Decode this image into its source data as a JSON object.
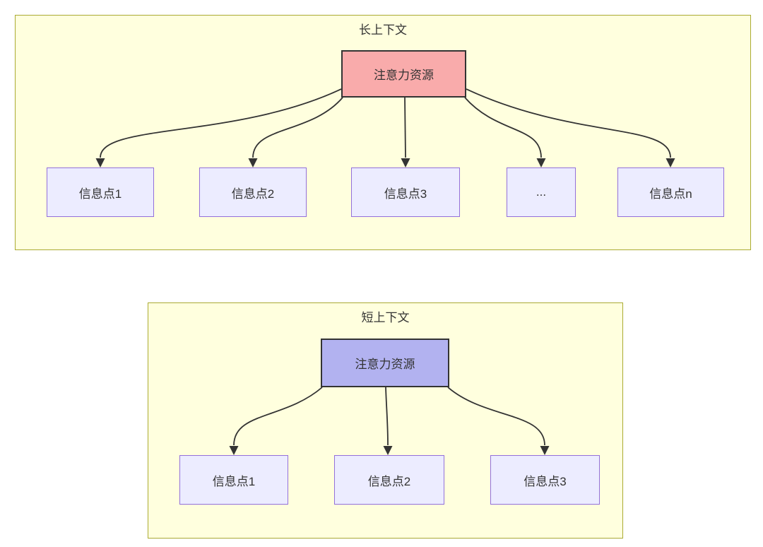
{
  "diagram": {
    "type": "flowchart",
    "edge_color": "#333333",
    "text_color": "#333333",
    "sections": [
      {
        "title": "长上下文",
        "container_fill": "#ffffde",
        "container_border": "#aaaa33",
        "root_node": {
          "label": "注意力资源",
          "fill": "#f9abab",
          "border": "#333333"
        },
        "child_fill": "#ececff",
        "child_border": "#9370db",
        "children": [
          {
            "label": "信息点1"
          },
          {
            "label": "信息点2"
          },
          {
            "label": "信息点3"
          },
          {
            "label": "..."
          },
          {
            "label": "信息点n"
          }
        ]
      },
      {
        "title": "短上下文",
        "container_fill": "#ffffde",
        "container_border": "#aaaa33",
        "root_node": {
          "label": "注意力资源",
          "fill": "#b2b2f0",
          "border": "#333333"
        },
        "child_fill": "#ececff",
        "child_border": "#9370db",
        "children": [
          {
            "label": "信息点1"
          },
          {
            "label": "信息点2"
          },
          {
            "label": "信息点3"
          }
        ]
      }
    ]
  }
}
